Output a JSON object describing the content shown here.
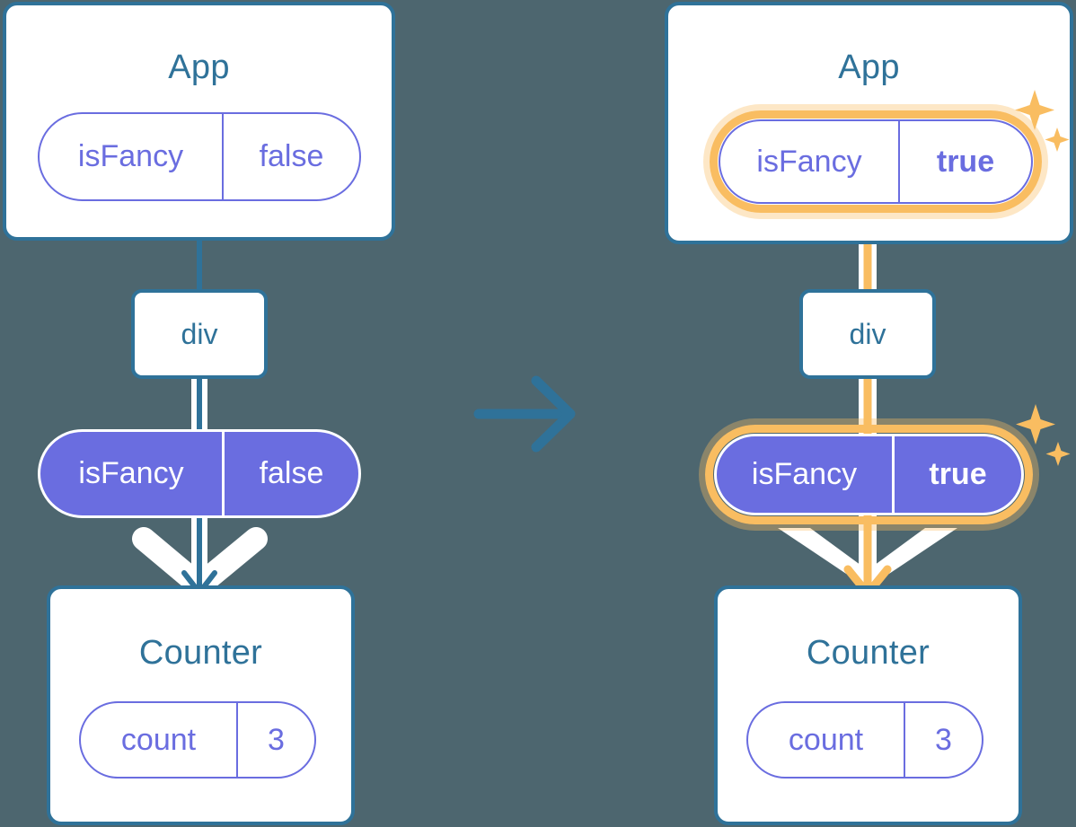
{
  "meta": {
    "background_color": "#4d666f",
    "accent_blue": "#2f7299",
    "accent_purple": "#6a6de0",
    "accent_orange": "#f9bd61",
    "accent_orange_glow": "#fbdfb4",
    "white": "#ffffff"
  },
  "before": {
    "app": {
      "title": "App",
      "state": {
        "key": "isFancy",
        "value": "false",
        "highlighted": false
      }
    },
    "div": {
      "label": "div"
    },
    "prop": {
      "key": "isFancy",
      "value": "false",
      "highlighted": false
    },
    "counter": {
      "title": "Counter",
      "state": {
        "key": "count",
        "value": "3",
        "highlighted": false
      }
    }
  },
  "after": {
    "app": {
      "title": "App",
      "state": {
        "key": "isFancy",
        "value": "true",
        "highlighted": true
      }
    },
    "div": {
      "label": "div"
    },
    "prop": {
      "key": "isFancy",
      "value": "true",
      "highlighted": true
    },
    "counter": {
      "title": "Counter",
      "state": {
        "key": "count",
        "value": "3",
        "highlighted": false
      }
    }
  },
  "transition": {
    "icon": "arrow-right-icon",
    "color": "#2f7299"
  },
  "sparkle_icon": "sparkle-icon"
}
